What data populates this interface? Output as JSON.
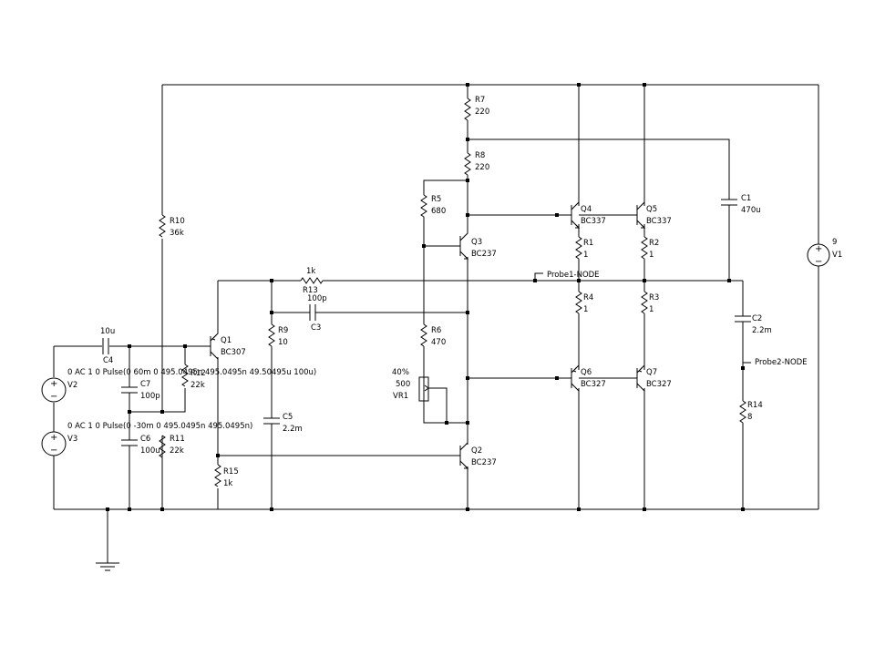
{
  "components": {
    "R7": {
      "ref": "R7",
      "value": "220"
    },
    "R8": {
      "ref": "R8",
      "value": "220"
    },
    "R5": {
      "ref": "R5",
      "value": "680"
    },
    "R10": {
      "ref": "R10",
      "value": "36k"
    },
    "R13": {
      "ref": "R13",
      "value": "1k"
    },
    "R9": {
      "ref": "R9",
      "value": "10"
    },
    "R12": {
      "ref": "R12",
      "value": "22k"
    },
    "R11": {
      "ref": "R11",
      "value": "22k"
    },
    "R15": {
      "ref": "R15",
      "value": "1k"
    },
    "R6": {
      "ref": "R6",
      "value": "470"
    },
    "R1": {
      "ref": "R1",
      "value": "1"
    },
    "R2": {
      "ref": "R2",
      "value": "1"
    },
    "R4": {
      "ref": "R4",
      "value": "1"
    },
    "R3": {
      "ref": "R3",
      "value": "1"
    },
    "R14": {
      "ref": "R14",
      "value": "8"
    },
    "C1": {
      "ref": "C1",
      "value": "470u"
    },
    "C2": {
      "ref": "C2",
      "value": "2.2m"
    },
    "C3": {
      "ref": "C3",
      "value": "100p"
    },
    "C4": {
      "ref": "C4",
      "value": "10u"
    },
    "C5": {
      "ref": "C5",
      "value": "2.2m"
    },
    "C6": {
      "ref": "C6",
      "value": "100u"
    },
    "C7": {
      "ref": "C7",
      "value": "100p"
    },
    "Q1": {
      "ref": "Q1",
      "value": "BC307"
    },
    "Q2": {
      "ref": "Q2",
      "value": "BC237"
    },
    "Q3": {
      "ref": "Q3",
      "value": "BC237"
    },
    "Q4": {
      "ref": "Q4",
      "value": "BC337"
    },
    "Q5": {
      "ref": "Q5",
      "value": "BC337"
    },
    "Q6": {
      "ref": "Q6",
      "value": "BC327"
    },
    "Q7": {
      "ref": "Q7",
      "value": "BC327"
    },
    "VR1": {
      "ref": "VR1",
      "value": "500",
      "setting": "40%"
    },
    "V1": {
      "ref": "V1",
      "value": "9"
    },
    "V2": {
      "ref": "V2",
      "value": "0 AC 1 0 Pulse(0 60m 0 495.0495n 495.0495n 49.50495u 100u)"
    },
    "V3": {
      "ref": "V3",
      "value": "0 AC 1 0 Pulse(0 -30m 0 495.0495n 495.0495n)"
    }
  },
  "probes": {
    "probe1": "Probe1-NODE",
    "probe2": "Probe2-NODE"
  }
}
